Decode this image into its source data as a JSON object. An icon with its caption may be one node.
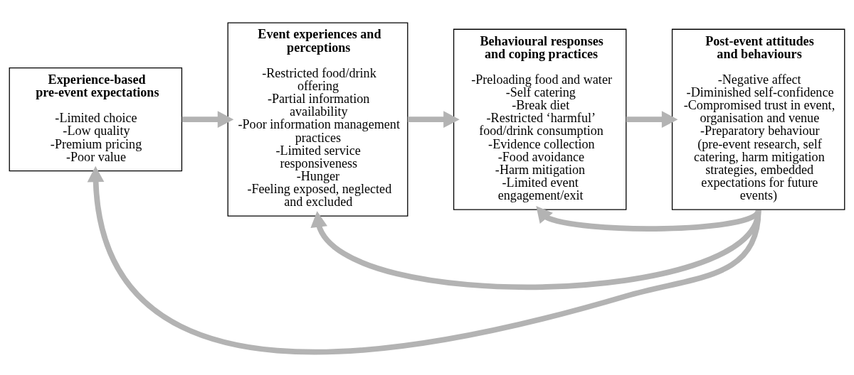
{
  "diagram": {
    "nodes": [
      {
        "text": [
          "Experience-based pre-event expectations",
          "-Limited choice",
          "-Low quality",
          "-Premium pricing",
          "-Poor value"
        ]
      },
      {
        "text": [
          "Event experiences and perceptions",
          "-Restricted food/drink offering",
          "-Partial information availability",
          "-Poor information management practices",
          "-Limited service responsiveness",
          "-Hunger",
          "-Feeling exposed, neglected and excluded"
        ]
      },
      {
        "text": [
          "Behavioural responses and coping practices",
          "-Preloading food and water",
          "-Self catering",
          "-Break diet",
          "-Restricted ‘harmful’ food/drink consumption",
          "-Evidence collection",
          "-Food avoidance",
          "-Harm mitigation",
          "-Limited event engagement/exit"
        ]
      },
      {
        "text": [
          "Post-event attitudes and behaviours",
          "-Negative affect",
          "-Diminished self-confidence",
          "-Compromised trust in event, organisation and venue",
          "-Preparatory behaviour (pre-event research, self catering, harm mitigation strategies, embedded expectations for future events)"
        ]
      }
    ],
    "edges": [
      {
        "from": 0,
        "to": 1,
        "arrow": "to"
      },
      {
        "from": 1,
        "to": 2,
        "arrow": "to"
      },
      {
        "from": 2,
        "to": 3,
        "arrow": "to"
      },
      {
        "from": 3,
        "to": 0,
        "arrow": "to"
      },
      {
        "from": 3,
        "to": 1,
        "arrow": "to"
      },
      {
        "from": 3,
        "to": 2,
        "arrow": "to"
      }
    ]
  }
}
